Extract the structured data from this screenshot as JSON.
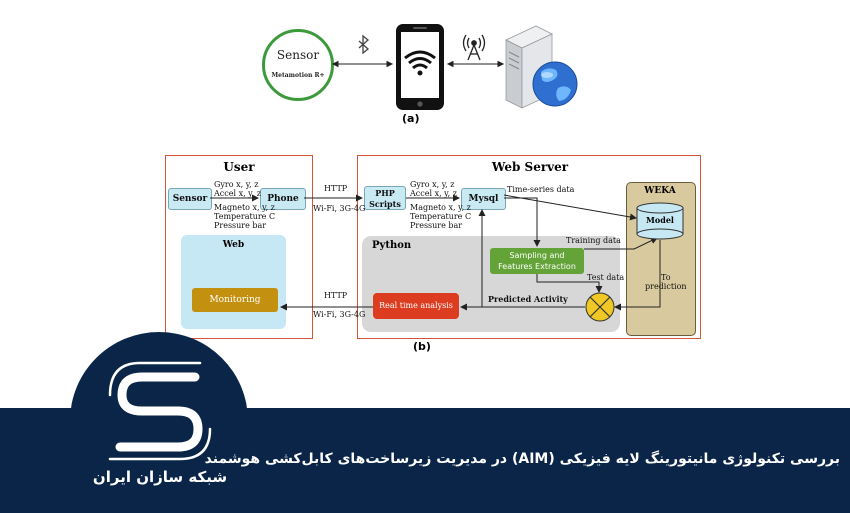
{
  "part_a": {
    "sensor_title": "Sensor",
    "sensor_subtitle": "Metamotion R+",
    "label": "(a)"
  },
  "part_b": {
    "label": "(b)",
    "user": {
      "title": "User",
      "sensor": "Sensor",
      "phone": "Phone",
      "measures": [
        "Gyro x, y, z",
        "Accel x, y, z",
        "Magneto x, y, z",
        "Temperature C",
        "Pressure bar"
      ],
      "web_title": "Web",
      "monitoring": "Monitoring"
    },
    "links": {
      "http_top": "HTTP",
      "net_top": "Wi-Fi, 3G-4G",
      "http_bottom": "HTTP",
      "net_bottom": "Wi-Fi, 3G-4G"
    },
    "server": {
      "title": "Web Server",
      "php_line1": "PHP",
      "php_line2": "Scripts",
      "measures": [
        "Gyro x, y, z",
        "Accel x, y, z",
        "Magneto x, y, z",
        "Temperature C",
        "Pressure bar"
      ],
      "mysql": "Mysql",
      "time_series": "Time-series data",
      "python_title": "Python",
      "sampling_line1": "Sampling and",
      "sampling_line2": "Features Extraction",
      "training_data": "Training data",
      "test_data": "Test data",
      "predicted_activity": "Predicted Activity",
      "realtime": "Real time analysis",
      "weka_title": "WEKA",
      "model": "Model",
      "to_prediction_1": "To",
      "to_prediction_2": "prediction"
    }
  },
  "banner": {
    "title": "بررسی تکنولوژی مانیتورینگ لایه فیزیکی (AIM) در مدیریت زیرساخت‌های کابل‌کشی هوشمند",
    "logo_text": "شبکه سازان ایران"
  },
  "colors": {
    "frame": "#d2553a",
    "node": "#c9e9f3",
    "monitoring": "#c4900f",
    "sampling": "#64a338",
    "realtime": "#dc3c1f",
    "python": "#d7d7d7",
    "weka": "#d9c99e",
    "banner": "#0a2547"
  },
  "icons": [
    "bluetooth-icon",
    "smartphone-wifi-icon",
    "antenna-icon",
    "server-icon",
    "globe-icon",
    "combiner-icon",
    "logo-s-icon"
  ]
}
